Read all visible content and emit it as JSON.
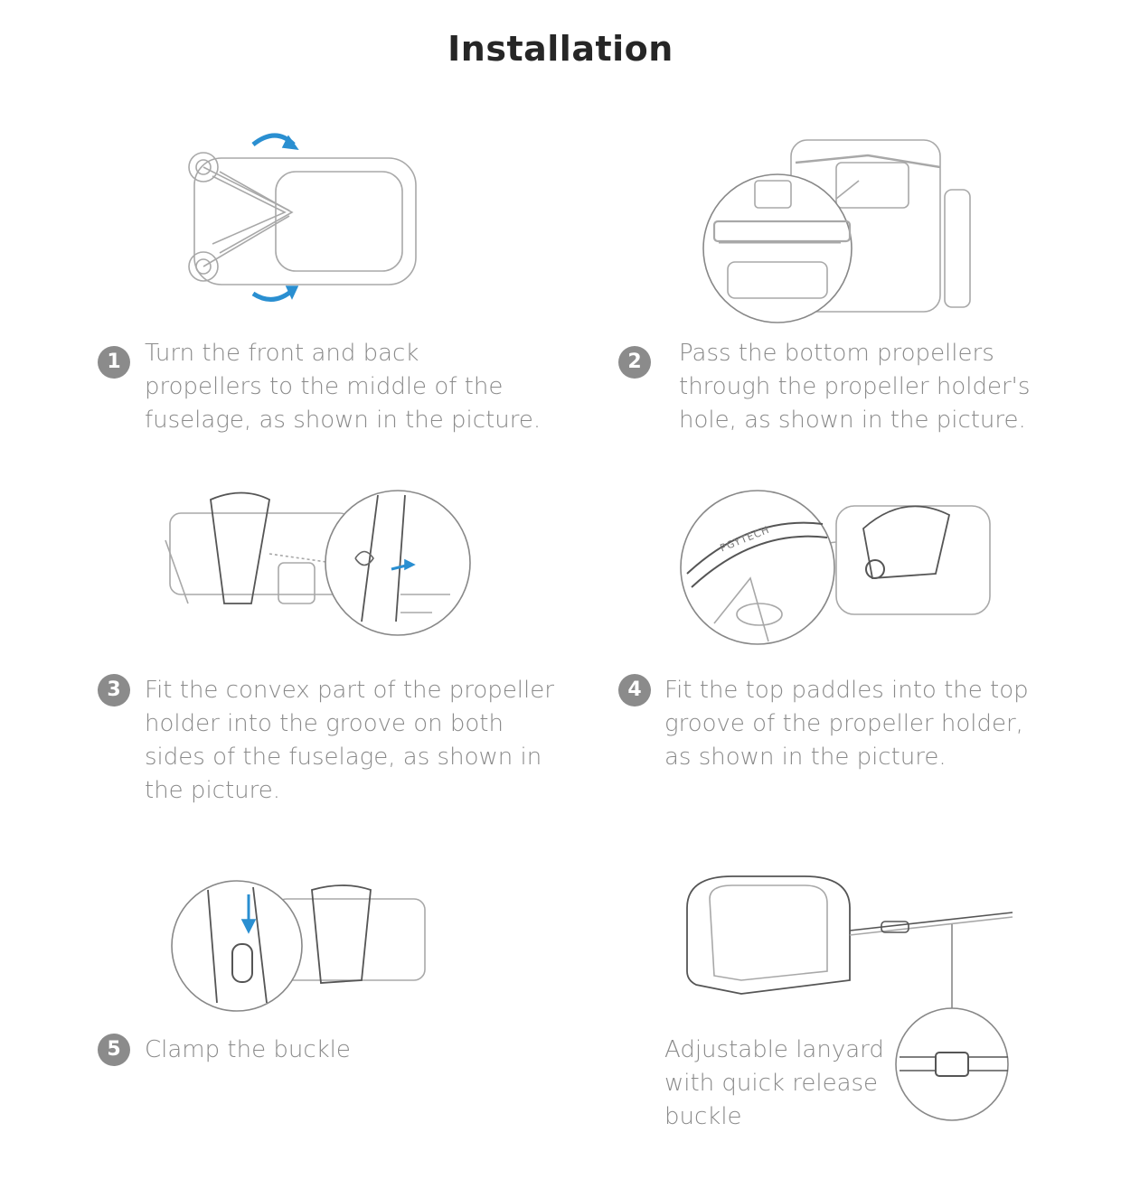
{
  "title": "Installation",
  "steps": [
    {
      "number": "1",
      "lines": [
        "Turn the front and back",
        "propellers to the middle of the",
        "fuselage, as shown in the picture."
      ]
    },
    {
      "number": "2",
      "lines": [
        "Pass the bottom propellers",
        "through the propeller holder's",
        "hole, as shown in the picture."
      ]
    },
    {
      "number": "3",
      "lines": [
        "Fit the convex part of the propeller",
        "holder into the groove on both",
        "sides of the fuselage, as shown in",
        "the picture."
      ]
    },
    {
      "number": "4",
      "lines": [
        "Fit the top paddles into the top",
        "groove of the propeller holder,",
        "as shown in the picture."
      ]
    },
    {
      "number": "5",
      "lines": [
        "Clamp the buckle"
      ]
    }
  ],
  "lanyard_note": {
    "lines": [
      "Adjustable lanyard",
      "with quick release",
      "buckle"
    ]
  },
  "brand_mark": "PGYTECH",
  "colors": {
    "arrow": "#2a8fd1",
    "line": "#9a9a9a",
    "text": "#8a8a8a",
    "badge": "#8b8b8b",
    "title": "#262626"
  }
}
